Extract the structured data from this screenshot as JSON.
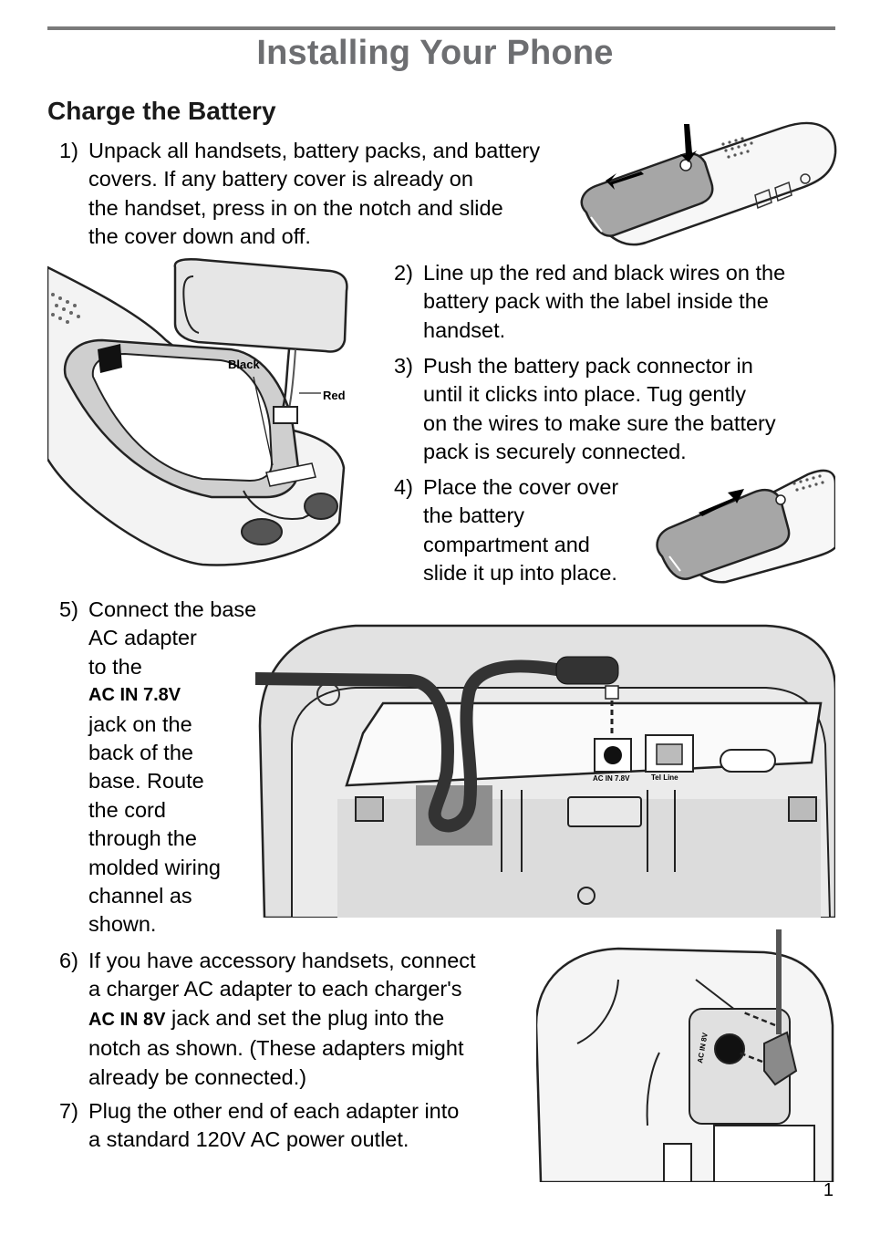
{
  "page": {
    "title": "Installing Your Phone",
    "section": "Charge the Battery",
    "page_number": "1"
  },
  "steps": {
    "s1": {
      "num": "1)",
      "lines": [
        "Unpack all handsets, battery packs, and battery",
        "covers. If any battery cover is already on",
        "the handset, press in on the notch and slide",
        "the cover down and off."
      ]
    },
    "s2": {
      "num": "2)",
      "lines": [
        "Line up the red and black wires on the",
        "battery pack with the label inside the",
        "handset."
      ]
    },
    "s3": {
      "num": "3)",
      "lines": [
        "Push the battery pack connector in",
        "until it clicks into place. Tug gently",
        "on the wires to make sure the battery",
        "pack is securely connected."
      ]
    },
    "s4": {
      "num": "4)",
      "lines": [
        "Place the cover over",
        "the battery",
        "compartment and",
        "slide it up into place."
      ]
    },
    "s5": {
      "num": "5)",
      "lines": [
        "Connect the base",
        "AC adapter",
        "to the"
      ],
      "jack_label": "AC IN 7.8V",
      "lines_after": [
        "jack on the",
        "back of the",
        "base. Route",
        "the cord",
        "through the",
        "molded wiring",
        "channel as",
        "shown."
      ]
    },
    "s6": {
      "num": "6)",
      "line1": "If you have accessory handsets, connect",
      "line2": "a charger AC adapter to each charger's",
      "jack_label": "AC IN 8V",
      "line3_rest": " jack and set the plug into the",
      "line4": "notch as shown. (These adapters might",
      "line5": "already be connected.)"
    },
    "s7": {
      "num": "7)",
      "lines": [
        "Plug the other end of each adapter into",
        "a standard 120V AC power outlet."
      ]
    }
  },
  "figures": {
    "battery_labels": {
      "black": "Black",
      "red": "Red"
    },
    "base_labels": {
      "ac_in": "AC IN 7.8V",
      "tel_line": "Tel Line"
    },
    "charger_labels": {
      "ac_in": "AC IN 8V"
    }
  }
}
